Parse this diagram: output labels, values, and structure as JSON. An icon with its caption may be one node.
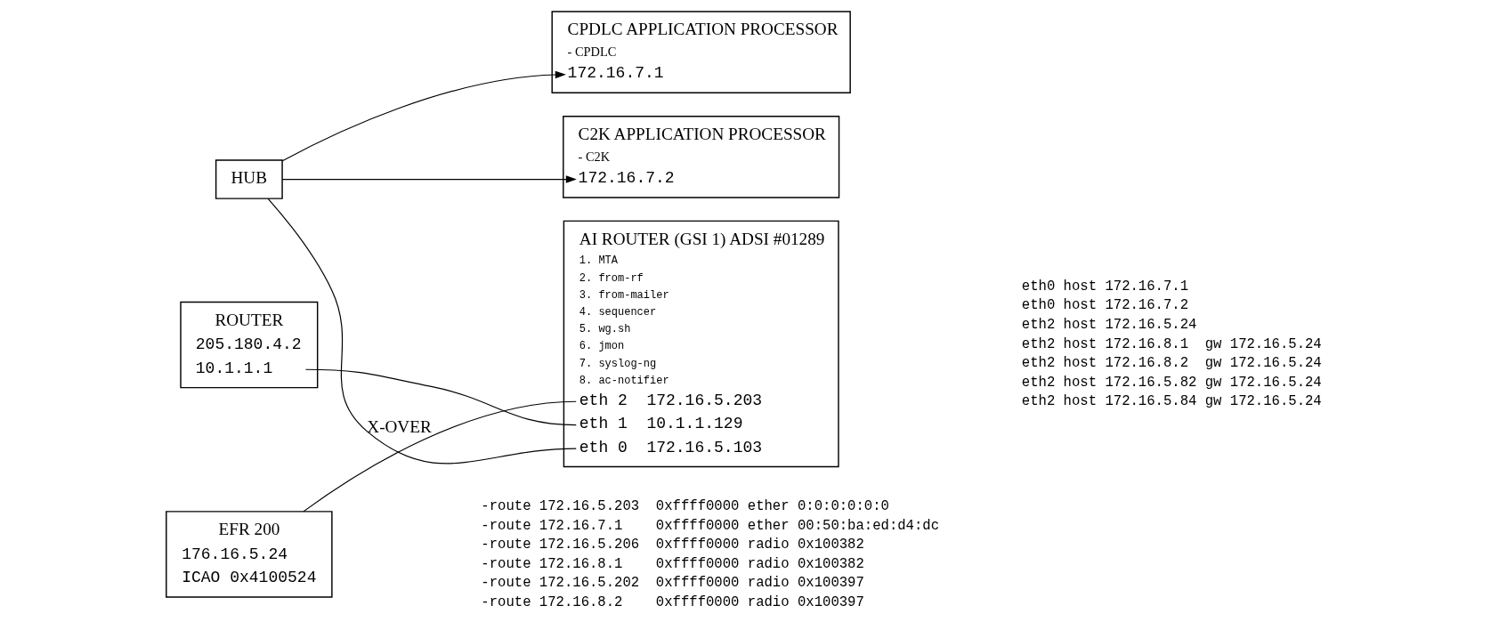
{
  "diagram": {
    "nodes": [
      {
        "text": [
          "CPDLC APPLICATION PROCESSOR",
          "- CPDLC",
          "172.16.7.1"
        ]
      },
      {
        "text": [
          "C2K APPLICATION PROCESSOR",
          "- C2K",
          "172.16.7.2"
        ]
      },
      {
        "text": [
          "ROUTER",
          "205.180.4.2",
          "10.1.1.1"
        ]
      },
      {
        "text": [
          "HUB"
        ]
      },
      {
        "text": [
          "AI ROUTER (GSI 1) ADSI #01289",
          "1. MTA",
          "2. from-rf",
          "3. from-mailer",
          "4. sequencer",
          "5. wg.sh",
          "6. jmon",
          "7. syslog-ng",
          "8. ac-notifier",
          "eth 2  172.16.5.203",
          "eth 1  10.1.1.129",
          "eth 0  172.16.5.103"
        ],
        "beside": [
          "eth0 host 172.16.7.1",
          "eth0 host 172.16.7.2",
          "eth2 host 172.16.5.24",
          "eth2 host 172.16.8.1  gw 172.16.5.24",
          "eth2 host 172.16.8.2  gw 172.16.5.24",
          "eth2 host 172.16.5.82 gw 172.16.5.24",
          "eth2 host 172.16.5.84 gw 172.16.5.24"
        ]
      },
      {
        "text": [
          "EFR 200",
          "176.16.5.24",
          "ICAO 0x4100524"
        ],
        "beside": [
          "-route 172.16.5.203  0xffff0000 ether 0:0:0:0:0:0",
          "-route 172.16.7.1    0xffff0000 ether 00:50:ba:ed:d4:dc",
          "-route 172.16.5.206  0xffff0000 radio 0x100382",
          "-route 172.16.8.1    0xffff0000 radio 0x100382",
          "-route 172.16.5.202  0xffff0000 radio 0x100397",
          "-route 172.16.8.2    0xffff0000 radio 0x100397"
        ]
      }
    ],
    "edges": [
      {
        "from": 3,
        "to": 0,
        "arrow": "to"
      },
      {
        "from": 3,
        "to": 1,
        "arrow": "to"
      },
      {
        "from": 3,
        "to": 4,
        "arrow": "none"
      },
      {
        "from": 2,
        "to": 4,
        "arrow": "none"
      },
      {
        "from": 5,
        "to": 4,
        "arrow": "none",
        "label": "X-OVER"
      }
    ]
  }
}
